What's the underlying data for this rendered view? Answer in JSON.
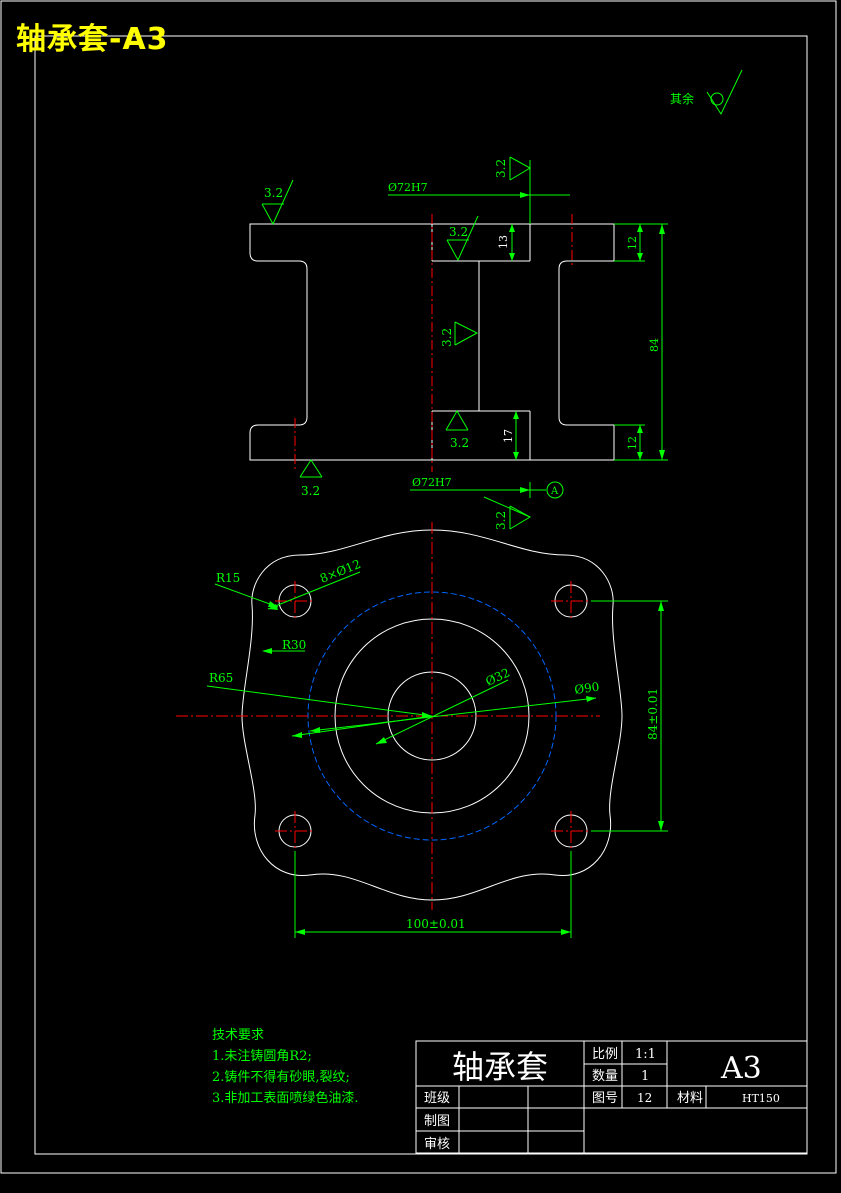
{
  "sheet_title": "轴承套-A3",
  "roughness": {
    "other_label": "其余",
    "values": [
      "3.2",
      "3.2",
      "3.2",
      "3.2",
      "3.2",
      "3.2",
      "3.2"
    ]
  },
  "dimensions": {
    "top_bore": "Ø72H7",
    "bottom_bore": "Ø72H7",
    "flange_top": "12",
    "flange_bottom": "12",
    "height": "84",
    "top_step": "13",
    "bottom_step": "17",
    "datum": "A",
    "r15": "R15",
    "holes": "8×Ø12",
    "r30": "R30",
    "r65": "R65",
    "d32": "Ø32",
    "d90": "Ø90",
    "hole_spacing_v": "84±0.01",
    "hole_spacing_h": "100±0.01"
  },
  "tech_requirements": {
    "title": "技术要求",
    "items": [
      "1.未注铸圆角R2;",
      "2.铸件不得有砂眼,裂纹;",
      "3.非加工表面喷绿色油漆."
    ]
  },
  "title_block": {
    "part_name": "轴承套",
    "scale_label": "比例",
    "scale_value": "1:1",
    "qty_label": "数量",
    "qty_value": "1",
    "sheet_size": "A3",
    "drawing_no_label": "图号",
    "drawing_no_value": "12",
    "material_label": "材料",
    "material_value": "HT150",
    "class_label": "班级",
    "drawn_label": "制图",
    "check_label": "审核"
  }
}
